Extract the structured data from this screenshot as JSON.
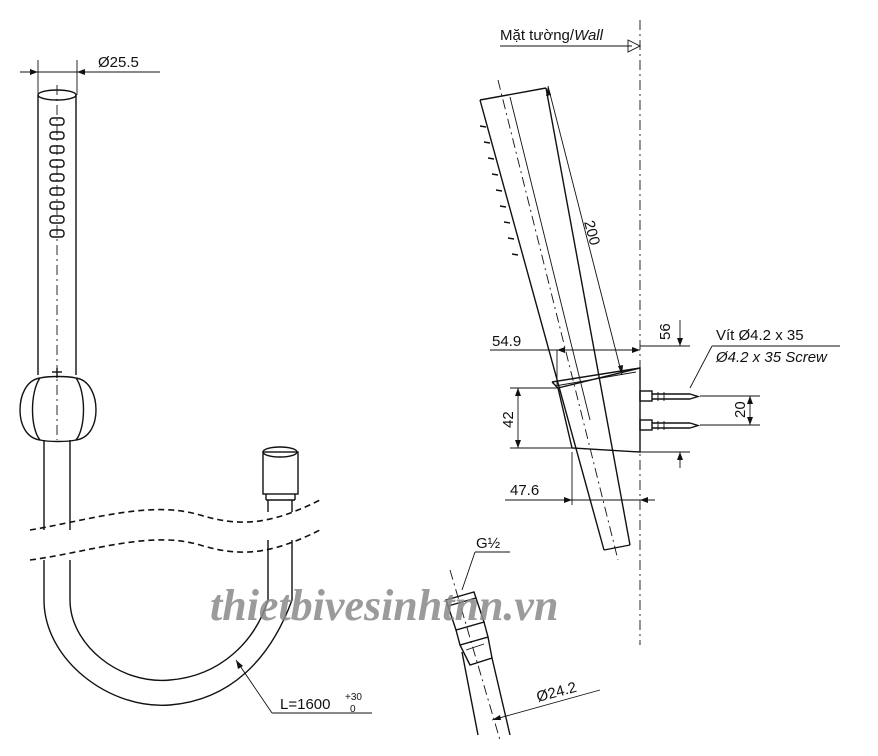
{
  "dimensions": {
    "handle_diameter": "Ø25.5",
    "wall_label_vi": "Mặt tường/",
    "wall_label_en": "Wall",
    "length_200": "200",
    "dim_56": "56",
    "dim_54_9": "54.9",
    "dim_42": "42",
    "dim_20": "20",
    "dim_47_6": "47.6",
    "screw_vi": "Vít Ø4.2 x 35",
    "screw_en": "Ø4.2 x 35 Screw",
    "thread": "G½",
    "nut_diameter": "Ø24.2",
    "hose_length": "L=1600",
    "tol_upper": "+30",
    "tol_lower": "0"
  },
  "watermark": "thietbivesinhtnn.vn",
  "colors": {
    "line": "#111111",
    "watermark": "#8a8a8a",
    "background": "#ffffff"
  }
}
